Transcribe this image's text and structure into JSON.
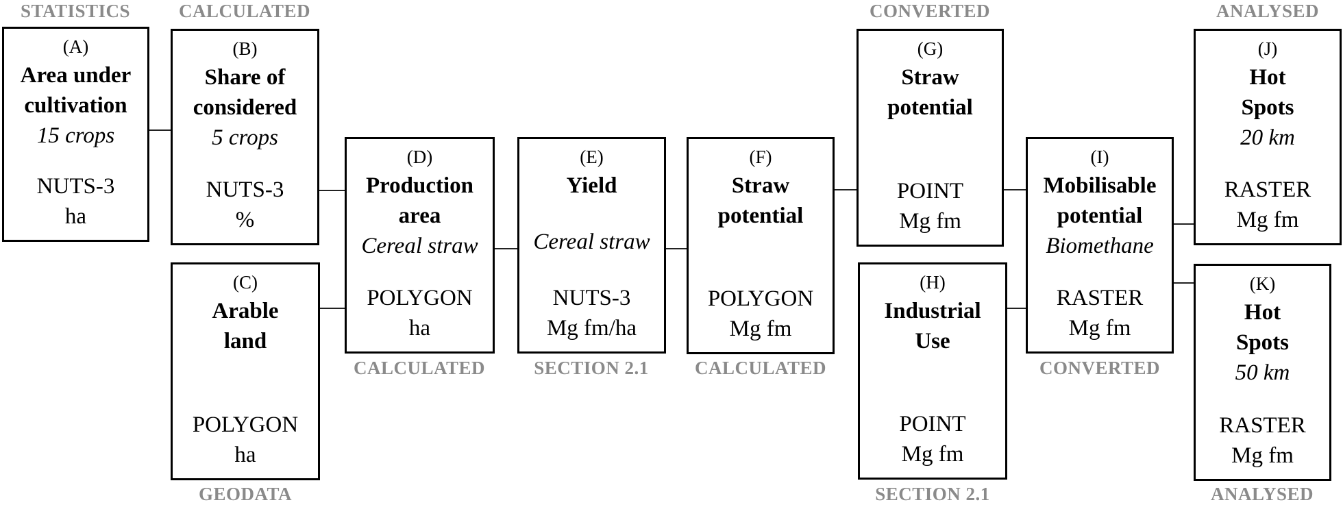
{
  "colors": {
    "background": "#ffffff",
    "box_border": "#000000",
    "text": "#000000",
    "stage_label": "#8a8a8a",
    "connector": "#222222"
  },
  "stage_labels": {
    "above_a": "STATISTICS",
    "above_b": "CALCULATED",
    "above_g": "CONVERTED",
    "above_j": "ANALYSED",
    "below_c": "GEODATA",
    "below_d": "CALCULATED",
    "below_e": "SECTION 2.1",
    "below_f": "CALCULATED",
    "below_h": "SECTION 2.1",
    "below_i": "CONVERTED",
    "below_k": "ANALYSED"
  },
  "boxes": {
    "A": {
      "tag": "(A)",
      "title": "Area under\ncultivation",
      "subtitle": "15 crops",
      "format": "NUTS-3",
      "unit": "ha"
    },
    "B": {
      "tag": "(B)",
      "title": "Share of\nconsidered",
      "subtitle": "5 crops",
      "format": "NUTS-3",
      "unit": "%"
    },
    "C": {
      "tag": "(C)",
      "title": "Arable\nland",
      "format": "POLYGON",
      "unit": "ha"
    },
    "D": {
      "tag": "(D)",
      "title": "Production\narea",
      "subtitle": "Cereal straw",
      "format": "POLYGON",
      "unit": "ha"
    },
    "E": {
      "tag": "(E)",
      "title": "Yield",
      "subtitle": "Cereal straw",
      "format": "NUTS-3",
      "unit": "Mg fm/ha"
    },
    "F": {
      "tag": "(F)",
      "title": "Straw\npotential",
      "format": "POLYGON",
      "unit": "Mg fm"
    },
    "G": {
      "tag": "(G)",
      "title": "Straw\npotential",
      "format": "POINT",
      "unit": "Mg fm"
    },
    "H": {
      "tag": "(H)",
      "title": "Industrial\nUse",
      "format": "POINT",
      "unit": "Mg fm"
    },
    "I": {
      "tag": "(I)",
      "title": "Mobilisable\npotential",
      "subtitle": "Biomethane",
      "format": "RASTER",
      "unit": "Mg fm"
    },
    "J": {
      "tag": "(J)",
      "title": "Hot\nSpots",
      "subtitle": "20 km",
      "format": "RASTER",
      "unit": "Mg fm"
    },
    "K": {
      "tag": "(K)",
      "title": "Hot\nSpots",
      "subtitle": "50 km",
      "format": "RASTER",
      "unit": "Mg fm"
    }
  }
}
